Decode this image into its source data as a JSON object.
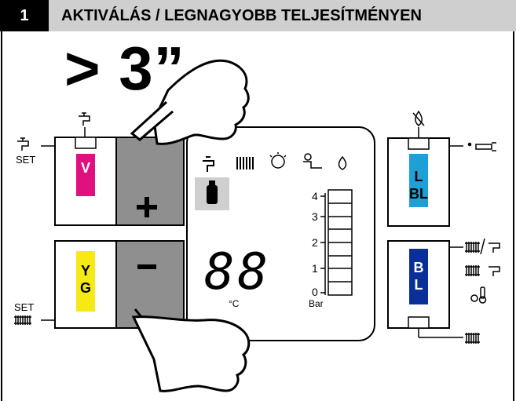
{
  "header": {
    "number": "1",
    "title": "AKTIVÁLÁS / LEGNAGYOBB TELJESÍTMÉNYEN"
  },
  "instruction": {
    "press_time": "> 3”"
  },
  "buttons": {
    "plus": "+",
    "minus": "−",
    "v_label": "V",
    "yg_label": "Y\nG",
    "lbl_label": "L\nBL",
    "bl_label": "B\nL"
  },
  "labels": {
    "set_top": "SET",
    "set_bottom": "SET"
  },
  "display": {
    "digits": "88",
    "temp_unit": "°C",
    "pressure_unit": "Bar",
    "pressure_ticks": [
      "4",
      "3",
      "2",
      "1",
      "0"
    ]
  },
  "colors": {
    "magenta": "#e0107e",
    "yellow": "#f5ea14",
    "cyan": "#1ea0d6",
    "navy": "#0a2f96",
    "gray_button": "#8f8f8f",
    "display_gray": "#cfcfcf"
  }
}
